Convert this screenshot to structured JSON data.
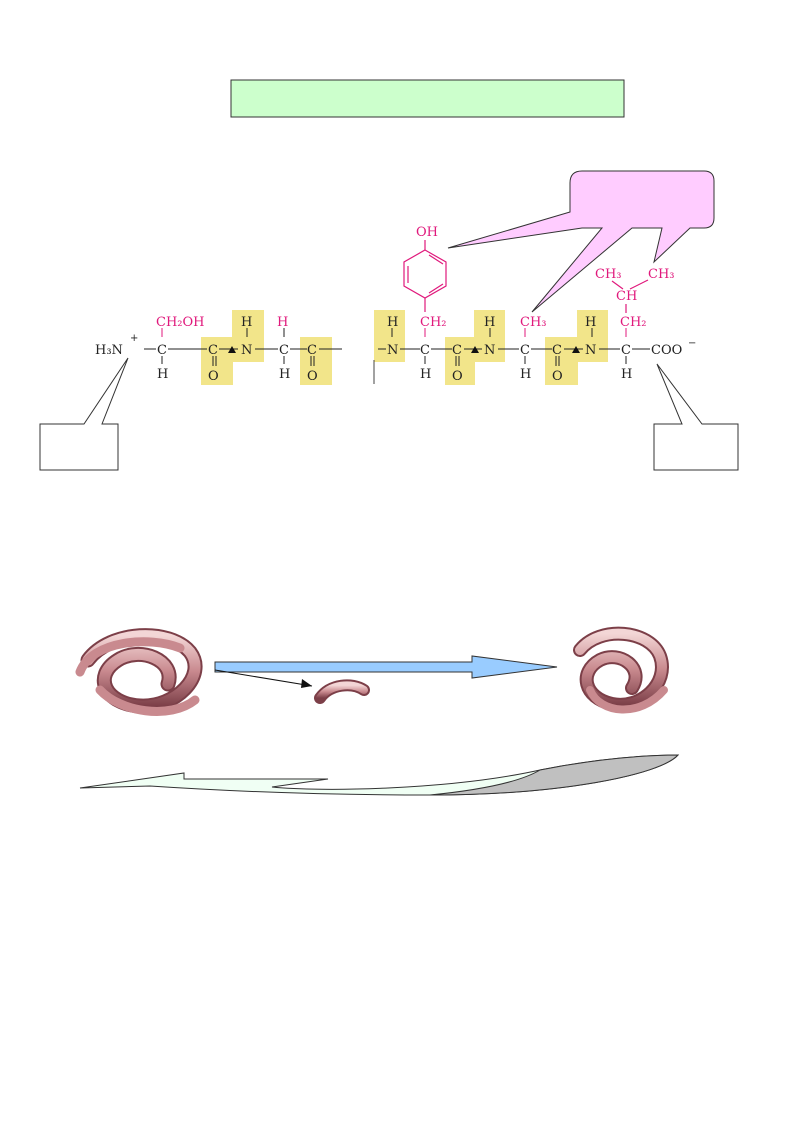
{
  "colors": {
    "title_box_fill": "#ccffcc",
    "callout_fill": "#ffccff",
    "side_chain": "#e0197c",
    "backbone": "#222222",
    "peptide_highlight": "#f2e58a",
    "arrow_fill": "#99ccff",
    "curved_arrow_dark": "#c0c0c0",
    "curved_arrow_light": "#f0fff4"
  },
  "icons": {
    "folded_protein": "folded-protein-icon",
    "protein_fragment": "protein-fragment-icon",
    "refolded_protein": "refolded-protein-icon"
  },
  "title_box": {
    "text": ""
  },
  "side_chain_callout": {
    "text": ""
  },
  "n_terminus_box": {
    "text": ""
  },
  "c_terminus_box": {
    "text": ""
  },
  "chem": {
    "h3n": "H₃N",
    "plus": "+",
    "ch2oh": "CH₂OH",
    "c": "C",
    "h": "H",
    "n": "N",
    "o": "O",
    "oh": "OH",
    "ch2": "CH₂",
    "ch3": "CH₃",
    "ch": "CH",
    "coo": "COO",
    "minus": "−"
  }
}
